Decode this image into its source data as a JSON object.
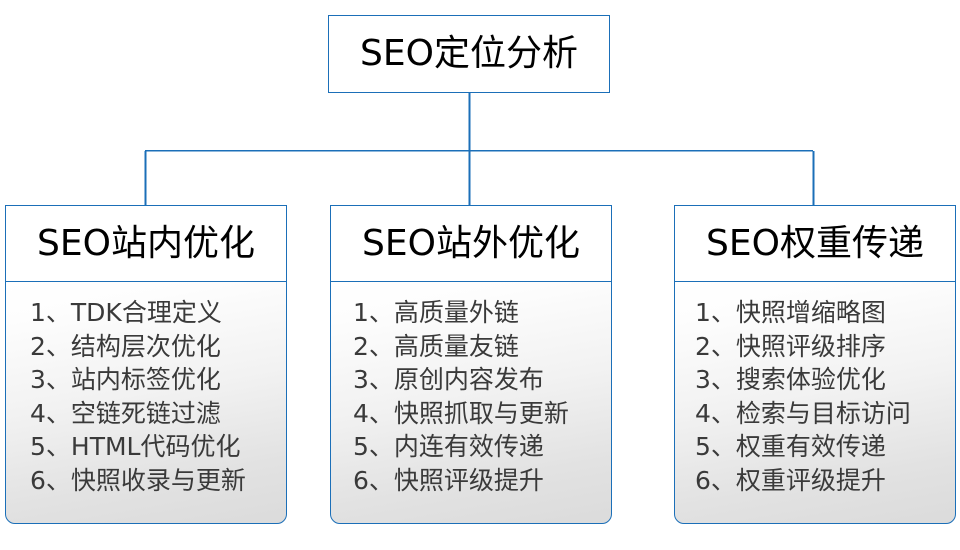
{
  "diagram": {
    "type": "hierarchy-tree",
    "colors": {
      "border_blue": "#1B6FB8",
      "connector_blue": "#1B6FB8",
      "header_background": "#FFFFFF",
      "body_gradient_top": "#FFFFFF",
      "body_gradient_bottom": "#DBDBDB",
      "title_text": "#000000",
      "list_text": "#3A3A3A"
    },
    "root": {
      "label": "SEO定位分析"
    },
    "branches": [
      {
        "id": "seo-onsite",
        "header": "SEO站内优化",
        "items": [
          "1、TDK合理定义",
          "2、结构层次优化",
          "3、站内标签优化",
          "4、空链死链过滤",
          "5、HTML代码优化",
          "6、快照收录与更新"
        ]
      },
      {
        "id": "seo-offsite",
        "header": "SEO站外优化",
        "items": [
          "1、高质量外链",
          "2、高质量友链",
          "3、原创内容发布",
          "4、快照抓取与更新",
          "5、内连有效传递",
          "6、快照评级提升"
        ]
      },
      {
        "id": "seo-weight",
        "header": "SEO权重传递",
        "items": [
          "1、快照增缩略图",
          "2、快照评级排序",
          "3、搜索体验优化",
          "4、检索与目标访问",
          "5、权重有效传递",
          "6、权重评级提升"
        ]
      }
    ]
  }
}
